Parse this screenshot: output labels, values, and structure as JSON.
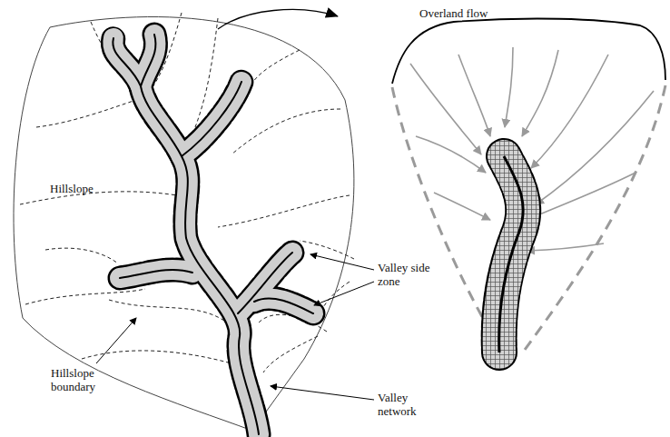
{
  "diagram": {
    "labels": [
      "Overland flow",
      "Hillslope",
      "Valley side zone",
      "Hillslope boundary",
      "Valley network"
    ]
  }
}
